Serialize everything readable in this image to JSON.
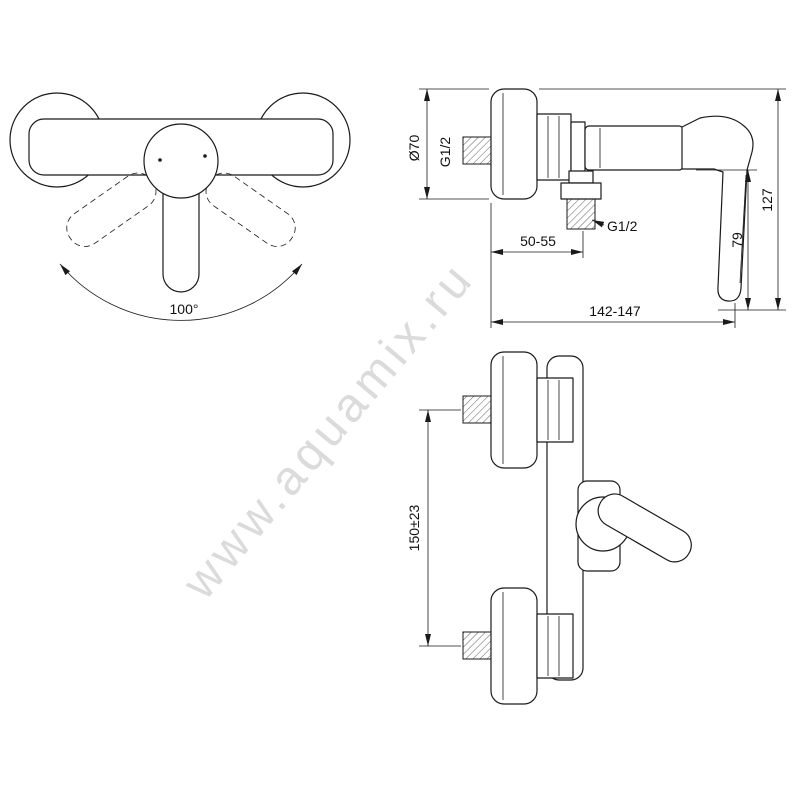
{
  "watermark": {
    "text": "www.aquamix.ru",
    "color": "#c4c4c4"
  },
  "front_view": {
    "angle_label": "100°"
  },
  "side_view": {
    "diameter_label": "Ø70",
    "inlet_thread_label": "G1/2",
    "wall_distance_label": "50-55",
    "outlet_thread_label": "G1/2",
    "handle_depth_label": "79",
    "overall_height_label": "127",
    "overall_width_label": "142-147"
  },
  "vertical_view": {
    "mount_spacing_label": "150±23"
  }
}
